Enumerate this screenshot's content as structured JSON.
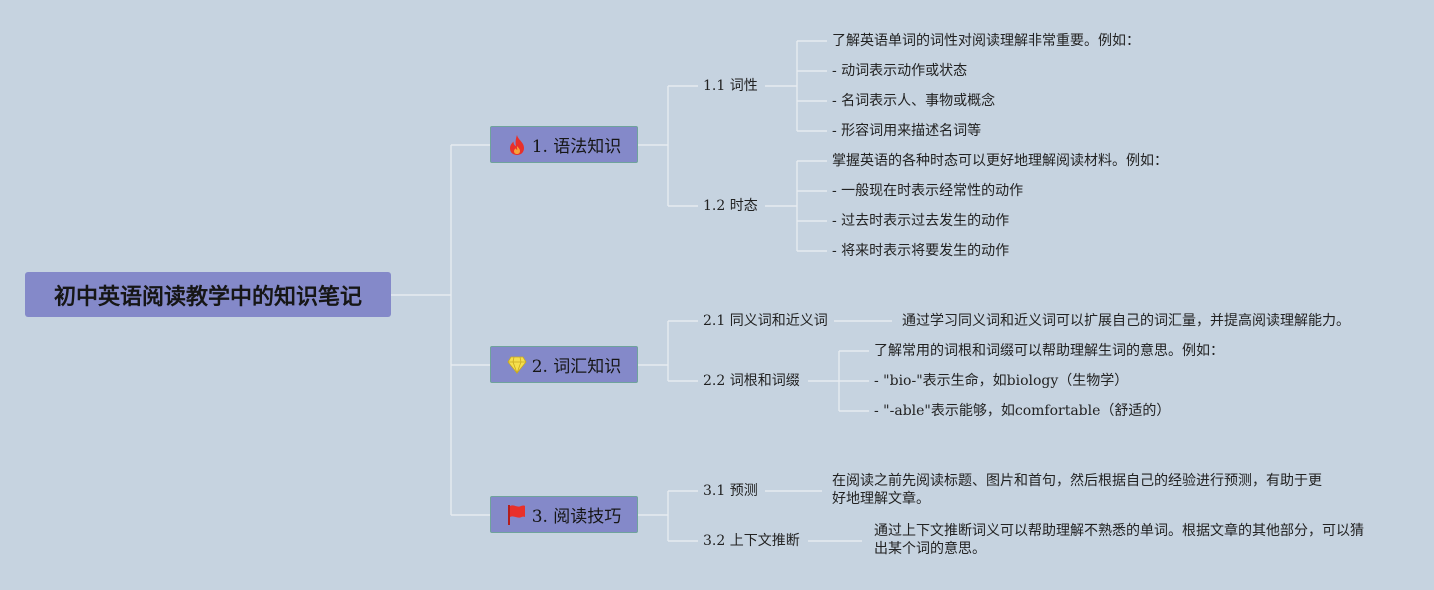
{
  "root": {
    "title": "初中英语阅读教学中的知识笔记"
  },
  "colors": {
    "background": "#c6d3e0",
    "node_fill": "#8489c9",
    "connector": "#e6ebf0",
    "node_border": "#6fa39c"
  },
  "branches": [
    {
      "label": "1. 语法知识",
      "icon": "fire-icon",
      "children": [
        {
          "label": "1.1 词性",
          "leaves": [
            "了解英语单词的词性对阅读理解非常重要。例如：",
            "- 动词表示动作或状态",
            "- 名词表示人、事物或概念",
            "- 形容词用来描述名词等"
          ]
        },
        {
          "label": "1.2 时态",
          "leaves": [
            "掌握英语的各种时态可以更好地理解阅读材料。例如：",
            "- 一般现在时表示经常性的动作",
            "- 过去时表示过去发生的动作",
            "- 将来时表示将要发生的动作"
          ]
        }
      ]
    },
    {
      "label": "2. 词汇知识",
      "icon": "diamond-icon",
      "children": [
        {
          "label": "2.1 同义词和近义词",
          "leaves": [
            "通过学习同义词和近义词可以扩展自己的词汇量，并提高阅读理解能力。"
          ]
        },
        {
          "label": "2.2 词根和词缀",
          "leaves": [
            "了解常用的词根和词缀可以帮助理解生词的意思。例如：",
            "- \"bio-\"表示生命，如biology（生物学）",
            "- \"-able\"表示能够，如comfortable（舒适的）"
          ]
        }
      ]
    },
    {
      "label": "3. 阅读技巧",
      "icon": "flag-icon",
      "children": [
        {
          "label": "3.1 预测",
          "leaves": [
            "在阅读之前先阅读标题、图片和首句，然后根据自己的经验进行预测，有助于更好地理解文章。"
          ]
        },
        {
          "label": "3.2 上下文推断",
          "leaves": [
            "通过上下文推断词义可以帮助理解不熟悉的单词。根据文章的其他部分，可以猜出某个词的意思。"
          ]
        }
      ]
    }
  ]
}
